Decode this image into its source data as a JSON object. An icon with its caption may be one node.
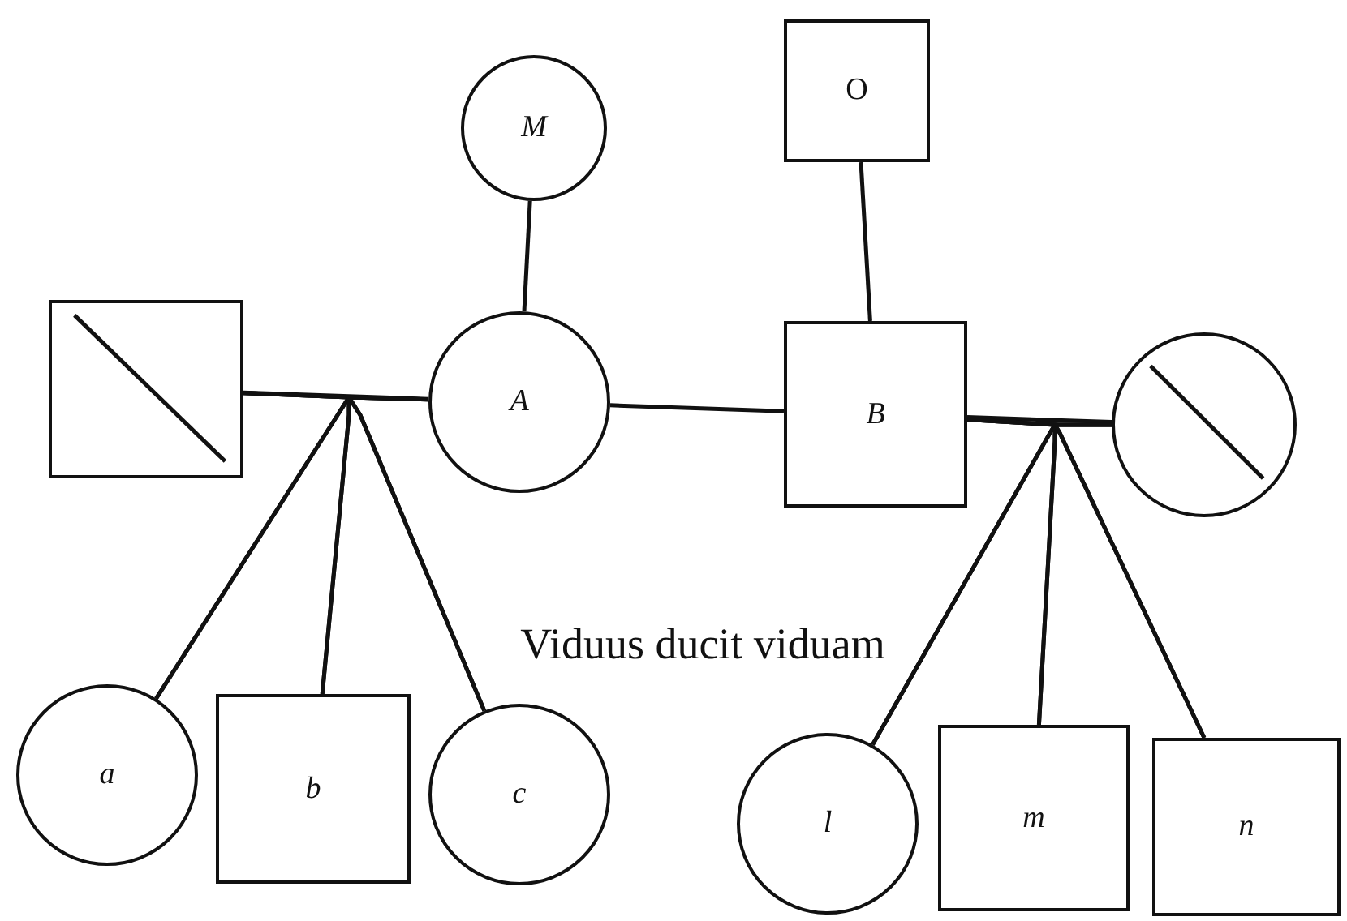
{
  "diagram": {
    "nodes": [
      {
        "text": [
          "M"
        ]
      },
      {
        "text": [
          "O"
        ]
      },
      {
        "text": [],
        "shape": "box"
      },
      {
        "text": [
          "A"
        ]
      },
      {
        "text": [
          "B"
        ]
      },
      {
        "text": [],
        "shape": "circle"
      },
      {
        "text": [
          "a"
        ]
      },
      {
        "text": [
          "b"
        ]
      },
      {
        "text": [
          "c"
        ]
      },
      {
        "text": [
          "l"
        ]
      },
      {
        "text": [
          "m"
        ]
      },
      {
        "text": [
          "n"
        ]
      }
    ],
    "edges": [
      {
        "from": 0,
        "to": 3,
        "arrow": "none"
      },
      {
        "from": 1,
        "to": 4,
        "arrow": "none"
      },
      {
        "from": 2,
        "to": 3,
        "arrow": "none"
      },
      {
        "from": 3,
        "to": 4,
        "arrow": "none"
      },
      {
        "from": 4,
        "to": 5,
        "arrow": "none"
      },
      {
        "from": 2,
        "to": 6,
        "arrow": "none"
      },
      {
        "from": 2,
        "to": 7,
        "arrow": "none"
      },
      {
        "from": 2,
        "to": 8,
        "arrow": "none"
      },
      {
        "from": 3,
        "to": 6,
        "arrow": "none"
      },
      {
        "from": 3,
        "to": 7,
        "arrow": "none"
      },
      {
        "from": 3,
        "to": 8,
        "arrow": "none"
      },
      {
        "from": 4,
        "to": 9,
        "arrow": "none"
      },
      {
        "from": 4,
        "to": 10,
        "arrow": "none"
      },
      {
        "from": 4,
        "to": 11,
        "arrow": "none"
      },
      {
        "from": 5,
        "to": 9,
        "arrow": "none"
      },
      {
        "from": 5,
        "to": 10,
        "arrow": "none"
      },
      {
        "from": 5,
        "to": 11,
        "arrow": "none"
      }
    ],
    "labels": [
      "Viduus ducit viduam"
    ]
  }
}
